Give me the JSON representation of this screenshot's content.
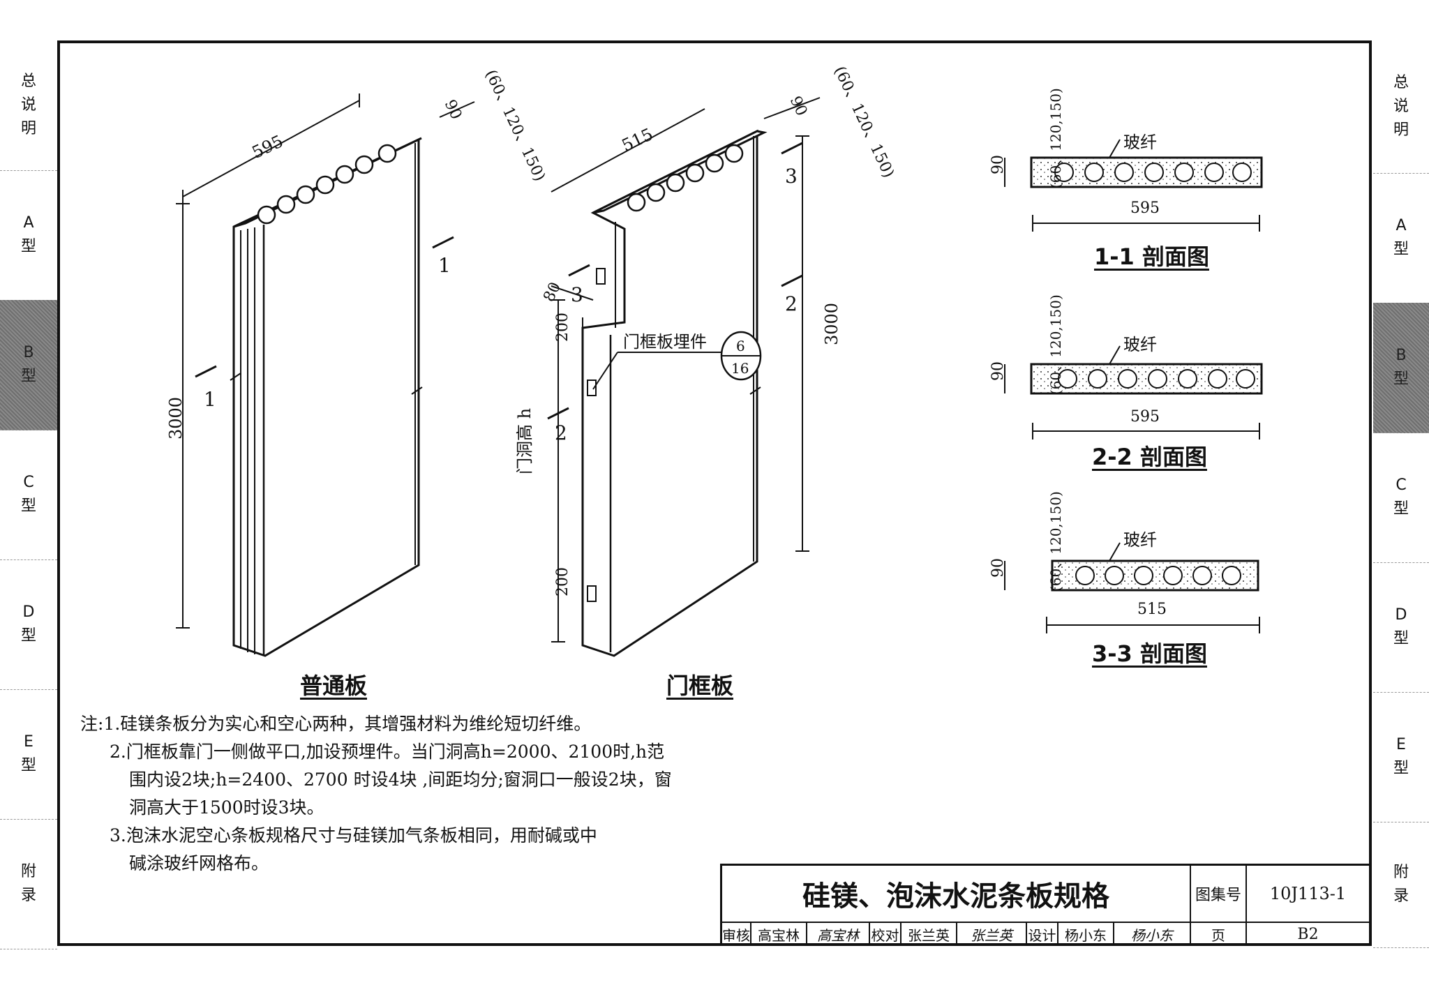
{
  "side_tabs_left": [
    {
      "label": "总说明",
      "chars": [
        "总",
        "说",
        "明"
      ]
    },
    {
      "label": "A型",
      "chars": [
        "A",
        "型"
      ]
    },
    {
      "label": "B型",
      "chars": [
        "B",
        "型"
      ]
    },
    {
      "label": "C型",
      "chars": [
        "C",
        "型"
      ]
    },
    {
      "label": "D型",
      "chars": [
        "D",
        "型"
      ]
    },
    {
      "label": "E型",
      "chars": [
        "E",
        "型"
      ]
    },
    {
      "label": "附录",
      "chars": [
        "附",
        "录"
      ]
    }
  ],
  "active_tab": "B型",
  "panel_common": {
    "caption": "普通板",
    "dim_width": "595",
    "dim_thickness": "90",
    "dim_thickness_alt": "(60、120、150)",
    "dim_height": "3000",
    "section_mark": "1"
  },
  "panel_door": {
    "caption": "门框板",
    "dim_width": "515",
    "dim_thickness": "90",
    "dim_thickness_alt": "(60、120、150)",
    "dim_height": "3000",
    "dim_80": "80",
    "dim_200_top": "200",
    "dim_200_bottom": "200",
    "door_height_label": "门洞高 h",
    "embed_label": "门框板埋件",
    "embed_ref_top": "6",
    "embed_ref_bottom": "16",
    "section_marks": [
      "3",
      "2"
    ]
  },
  "sections": [
    {
      "caption": "1-1 剖面图",
      "width": "595",
      "fiber": "玻纤",
      "thickness": "90",
      "thickness_alt": "(60、120,150)"
    },
    {
      "caption": "2-2 剖面图",
      "width": "595",
      "fiber": "玻纤",
      "thickness": "90",
      "thickness_alt": "(60、120,150)"
    },
    {
      "caption": "3-3 剖面图",
      "width": "515",
      "fiber": "玻纤",
      "thickness": "90",
      "thickness_alt": "(60、120,150)"
    }
  ],
  "notes": [
    "注:1.硅镁条板分为实心和空心两种，其增强材料为维纶短切纤维。",
    "2.门框板靠门一侧做平口,加设预埋件。当门洞高h=2000、2100时,h范",
    "围内设2块;h=2400、2700 时设4块 ,间距均分;窗洞口一般设2块，窗",
    "洞高大于1500时设3块。",
    "3.泡沫水泥空心条板规格尺寸与硅镁加气条板相同，用耐碱或中",
    "碱涂玻纤网格布。"
  ],
  "title_block": {
    "title": "硅镁、泡沫水泥条板规格",
    "atlas_label": "图集号",
    "atlas_no": "10J113-1",
    "page_label": "页",
    "page_no": "B2",
    "review_label": "审核",
    "reviewer": "高宝林",
    "reviewer_sig": "高宝林",
    "check_label": "校对",
    "checker": "张兰英",
    "checker_sig": "张兰英",
    "design_label": "设计",
    "designer": "杨小东",
    "designer_sig": "杨小东"
  }
}
